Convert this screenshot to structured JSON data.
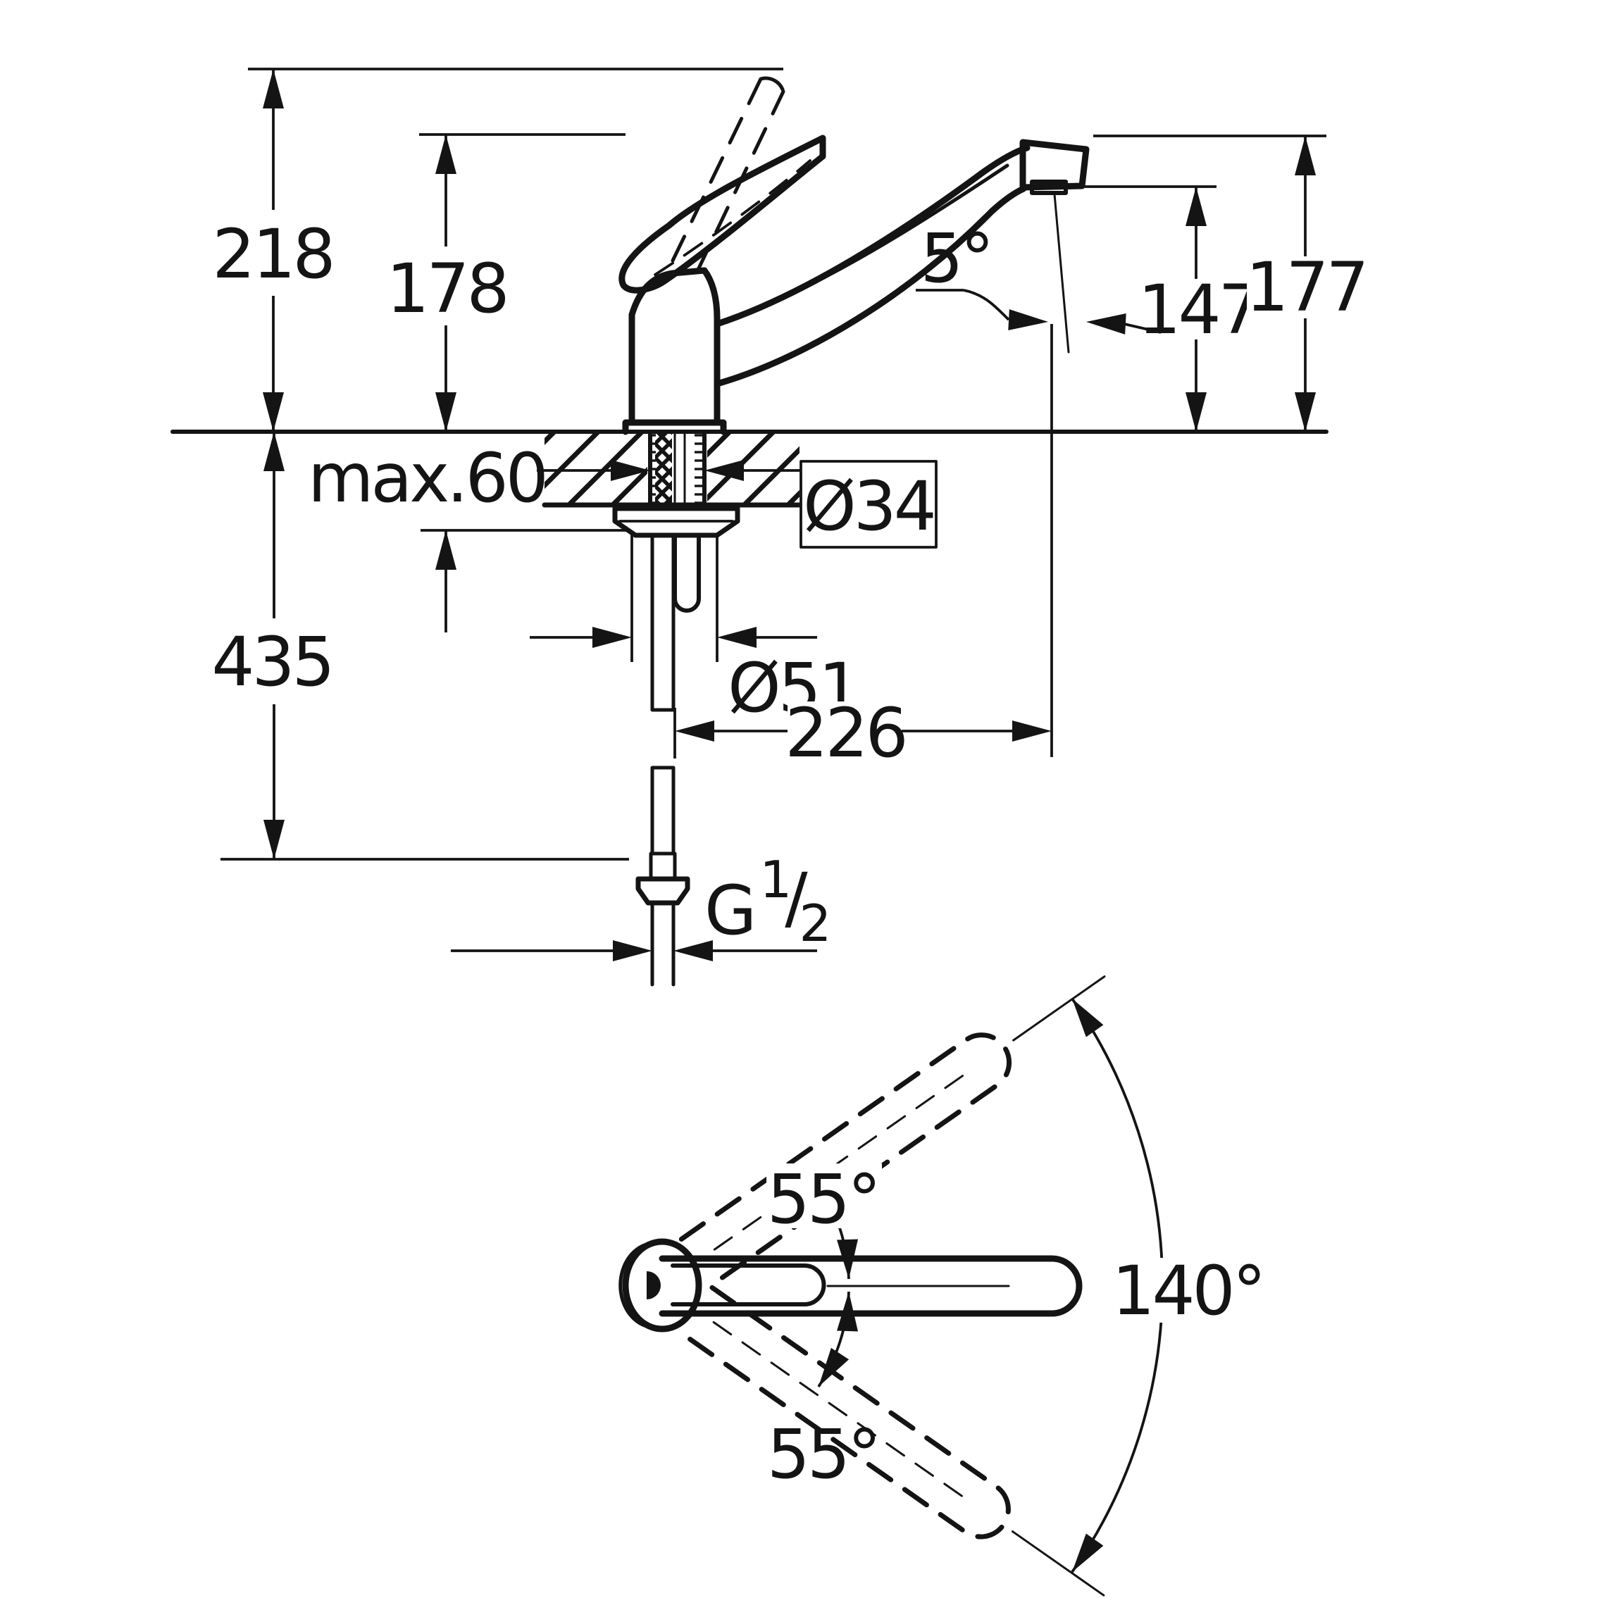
{
  "figure": {
    "type": "technical-dimension-drawing",
    "subject": "single-lever kitchen sink mixer with swivel spout",
    "views": [
      "side-elevation-with-mounting-section",
      "top-view-swivel-range"
    ]
  },
  "labels": {
    "height_overall": "218",
    "height_spout_lever": "178",
    "stream_angle": "5°",
    "height_outlet": "147",
    "height_spout_top": "177",
    "mounting_thickness": "max.60",
    "shank_diameter": "Ø34",
    "base_diameter": "Ø51",
    "spout_reach": "226",
    "height_below_deck": "435",
    "thread_g": "G",
    "thread_num": "1",
    "thread_slash": "/",
    "thread_den": "2",
    "swivel_upper": "55°",
    "swivel_lower": "55°",
    "swivel_total": "140°"
  },
  "colors": {
    "ink": "#141414",
    "paper": "#ffffff"
  }
}
